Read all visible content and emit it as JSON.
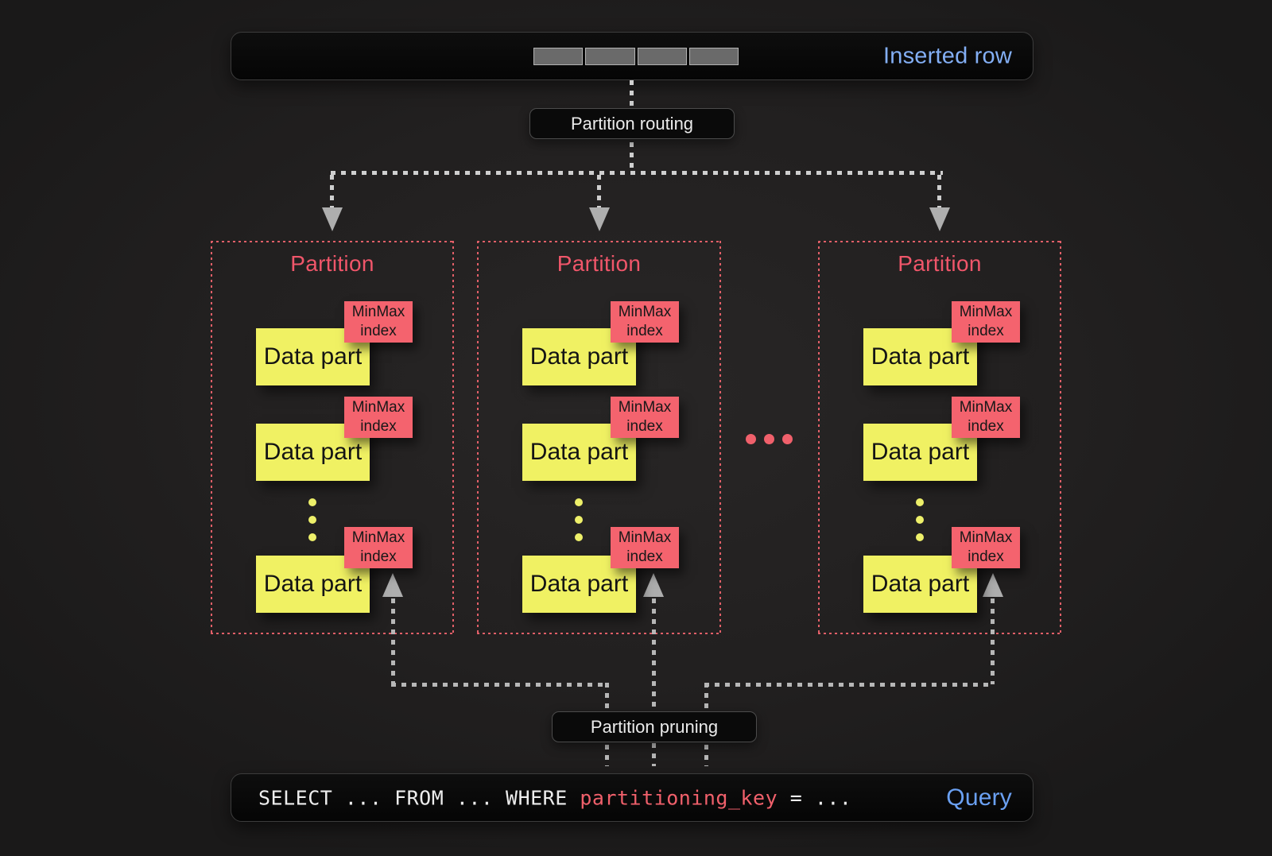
{
  "inserted_row": {
    "label": "Inserted row",
    "segment_count": 4
  },
  "flow_labels": {
    "routing": "Partition routing",
    "pruning": "Partition pruning"
  },
  "partitions": [
    {
      "title": "Partition",
      "parts": [
        {
          "label": "Data part",
          "index_label": "MinMax index"
        },
        {
          "label": "Data part",
          "index_label": "MinMax index"
        },
        {
          "label": "Data part",
          "index_label": "MinMax index"
        }
      ]
    },
    {
      "title": "Partition",
      "parts": [
        {
          "label": "Data part",
          "index_label": "MinMax index"
        },
        {
          "label": "Data part",
          "index_label": "MinMax index"
        },
        {
          "label": "Data part",
          "index_label": "MinMax index"
        }
      ]
    },
    {
      "title": "Partition",
      "parts": [
        {
          "label": "Data part",
          "index_label": "MinMax index"
        },
        {
          "label": "Data part",
          "index_label": "MinMax index"
        },
        {
          "label": "Data part",
          "index_label": "MinMax index"
        }
      ]
    }
  ],
  "indicators": {
    "more_partitions": "...",
    "more_parts": "..."
  },
  "query": {
    "code_before": "SELECT ... FROM ... WHERE ",
    "highlight": "partitioning_key",
    "code_after": " = ...",
    "label": "Query"
  },
  "colors": {
    "inserted_row_blue": "#83aff5",
    "query_blue": "#6aa0f2",
    "salmon": "#f4636e",
    "yellow": "#f0f163",
    "partition_border_red": "#e25f68",
    "line_light_gray": "#cfcfcf",
    "line_gray": "#b7b7b7",
    "bar_background": "#0a0a0a"
  }
}
